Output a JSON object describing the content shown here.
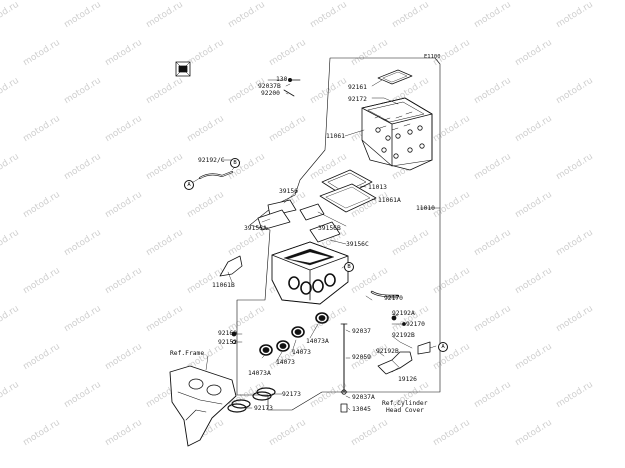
{
  "diagram": {
    "drawing_code": "E1100",
    "watermark_text": "motod.ru",
    "refs": {
      "frame": "Ref.Frame",
      "cylinder_head_1": "Ref.Cylinder",
      "cylinder_head_2": "Head Cover"
    },
    "callouts": {
      "a": "A",
      "b": "B"
    },
    "labels": [
      {
        "id": "p130",
        "text": "130"
      },
      {
        "id": "p92037b",
        "text": "92037B"
      },
      {
        "id": "p92200",
        "text": "92200"
      },
      {
        "id": "p92161",
        "text": "92161"
      },
      {
        "id": "p92172",
        "text": "92172"
      },
      {
        "id": "p11061",
        "text": "11061"
      },
      {
        "id": "p92192c",
        "text": "92192/C"
      },
      {
        "id": "p11013",
        "text": "11013"
      },
      {
        "id": "p11061a",
        "text": "11061A"
      },
      {
        "id": "p11010",
        "text": "11010"
      },
      {
        "id": "p39156",
        "text": "39156"
      },
      {
        "id": "p39156a",
        "text": "39156A"
      },
      {
        "id": "p39156b",
        "text": "39156B"
      },
      {
        "id": "p39156c",
        "text": "39156C"
      },
      {
        "id": "p11061b",
        "text": "11061B"
      },
      {
        "id": "p92170a",
        "text": "92170"
      },
      {
        "id": "p92192a",
        "text": "92192A"
      },
      {
        "id": "p92170b",
        "text": "92170"
      },
      {
        "id": "p92192b_1",
        "text": "92192B"
      },
      {
        "id": "p92160",
        "text": "92160"
      },
      {
        "id": "p92152",
        "text": "92152"
      },
      {
        "id": "p92037",
        "text": "92037"
      },
      {
        "id": "p14073a_1",
        "text": "14073A"
      },
      {
        "id": "p14073_1",
        "text": "14073"
      },
      {
        "id": "p14073_2",
        "text": "14073"
      },
      {
        "id": "p14073a_2",
        "text": "14073A"
      },
      {
        "id": "p92059",
        "text": "92059"
      },
      {
        "id": "p92192b_2",
        "text": "92192B"
      },
      {
        "id": "p19126",
        "text": "19126"
      },
      {
        "id": "p92173_1",
        "text": "92173"
      },
      {
        "id": "p92173_2",
        "text": "92173"
      },
      {
        "id": "p92037a",
        "text": "92037A"
      },
      {
        "id": "p13045",
        "text": "13045"
      }
    ]
  }
}
